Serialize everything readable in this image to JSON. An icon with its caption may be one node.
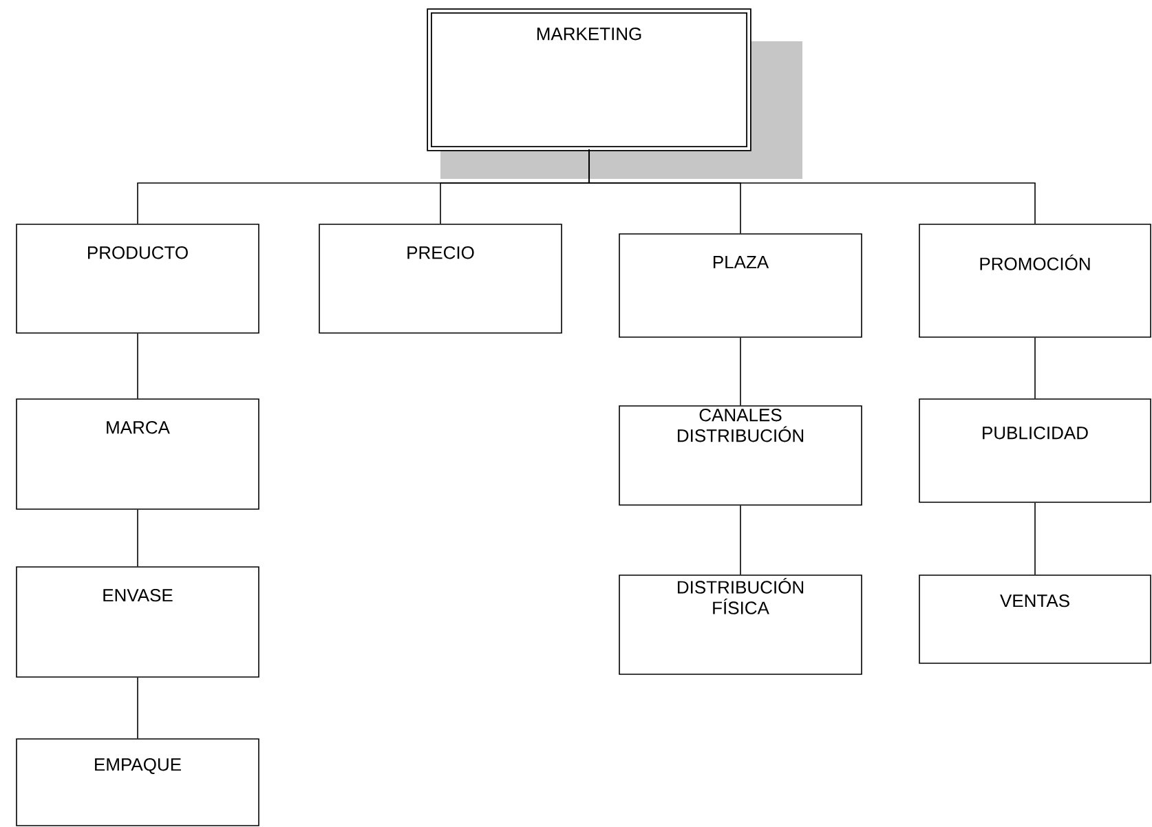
{
  "diagram": {
    "nodes": [
      {
        "text": [
          "MARKETING"
        ]
      },
      {
        "text": [
          "PRODUCTO"
        ]
      },
      {
        "text": [
          "PRECIO"
        ]
      },
      {
        "text": [
          "PLAZA"
        ]
      },
      {
        "text": [
          "PROMOCIÓN"
        ]
      },
      {
        "text": [
          "MARCA"
        ]
      },
      {
        "text": [
          "ENVASE"
        ]
      },
      {
        "text": [
          "EMPAQUE"
        ]
      },
      {
        "text": [
          "CANALES DISTRIBUCIÓN"
        ]
      },
      {
        "text": [
          "DISTRIBUCIÓN FÍSICA"
        ]
      },
      {
        "text": [
          "PUBLICIDAD"
        ]
      },
      {
        "text": [
          "VENTAS"
        ]
      }
    ],
    "edges": [
      {
        "from": 0,
        "to": 1,
        "arrow": "none"
      },
      {
        "from": 0,
        "to": 2,
        "arrow": "none"
      },
      {
        "from": 0,
        "to": 3,
        "arrow": "none"
      },
      {
        "from": 0,
        "to": 4,
        "arrow": "none"
      },
      {
        "from": 1,
        "to": 5,
        "arrow": "none"
      },
      {
        "from": 5,
        "to": 6,
        "arrow": "none"
      },
      {
        "from": 6,
        "to": 7,
        "arrow": "none"
      },
      {
        "from": 3,
        "to": 8,
        "arrow": "none"
      },
      {
        "from": 8,
        "to": 9,
        "arrow": "none"
      },
      {
        "from": 4,
        "to": 10,
        "arrow": "none"
      },
      {
        "from": 10,
        "to": 11,
        "arrow": "none"
      }
    ]
  }
}
